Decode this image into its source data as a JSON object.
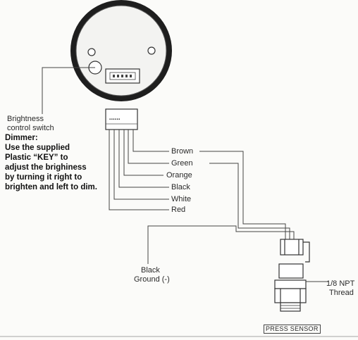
{
  "brightness_label": [
    "Brightness",
    "control switch"
  ],
  "dimmer": {
    "heading": "Dimmer:",
    "lines": [
      "Use the supplied",
      "Plastic “KEY” to",
      "adjust the brighiness",
      "by turning it right to",
      "brighten and  left to dim."
    ]
  },
  "wires": [
    "Brown",
    "Green",
    "Orange",
    "Black",
    "White",
    "Red"
  ],
  "ground_label": [
    "Black",
    "Ground (-)"
  ],
  "thread_label": [
    "1/8 NPT",
    "Thread"
  ],
  "sensor_label": "PRESS SENSOR",
  "connector_pins": "▪▪▪▪▪▪"
}
